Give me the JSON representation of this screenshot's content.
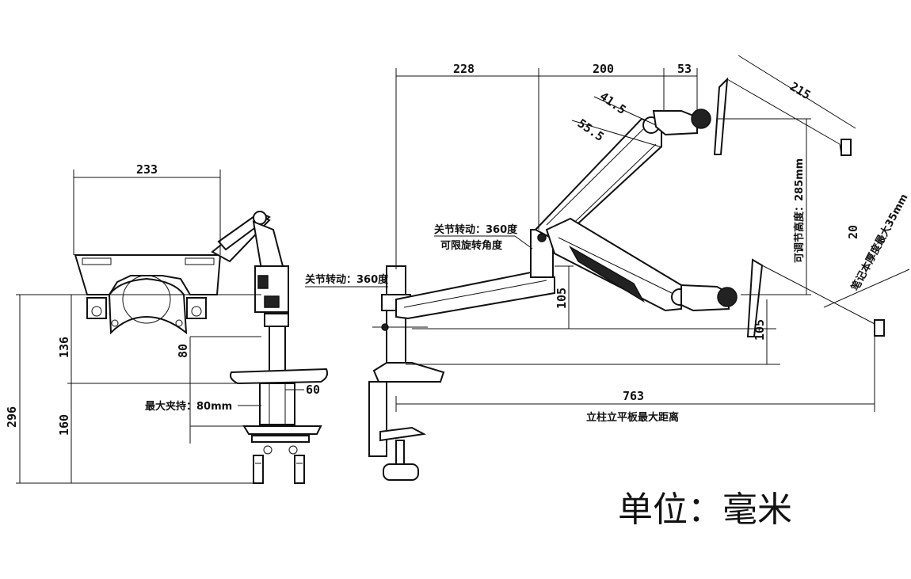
{
  "dimensions": {
    "side_width": "233",
    "height_136": "136",
    "height_80": "80",
    "height_296": "296",
    "height_160": "160",
    "base_60": "60",
    "reach_228": "228",
    "reach_200": "200",
    "reach_53": "53",
    "angle_41_5": "41.5",
    "angle_55_5": "55.5",
    "plate_215": "215",
    "lift_105_left": "105",
    "lift_105_right": "105",
    "total_763": "763",
    "thickness_20": "20"
  },
  "labels": {
    "clamp_max": "最大夹持：80mm",
    "joint_rotation_upper": "关节转动：360度",
    "limit_rotation": "可限旋转角度",
    "joint_rotation_lower": "关节转动：360度",
    "adjustable_height": "可调节高度：285mm",
    "laptop_thickness": "笔记本厚度最大35mm",
    "max_distance": "立柱立平板最大距离",
    "unit": "单位：毫米"
  }
}
